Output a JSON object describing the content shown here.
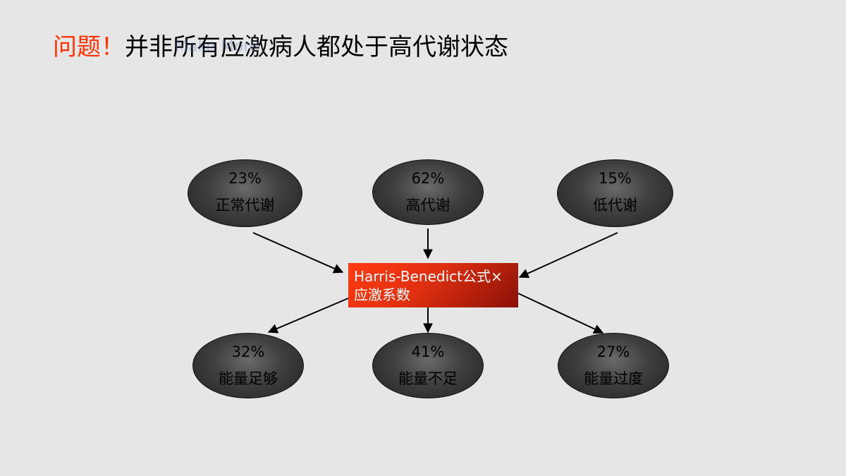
{
  "title": {
    "prefix": "问题！",
    "main": "并非所有应激病人都处于高代谢状态"
  },
  "watermark": "Make More",
  "center": {
    "line1": "Harris-Benedict公式×",
    "line2": "应激系数"
  },
  "inputs": [
    {
      "percent": "23%",
      "label": "正常代谢"
    },
    {
      "percent": "62%",
      "label": "高代谢"
    },
    {
      "percent": "15%",
      "label": "低代谢"
    }
  ],
  "outputs": [
    {
      "percent": "32%",
      "label": "能量足够"
    },
    {
      "percent": "41%",
      "label": "能量不足"
    },
    {
      "percent": "27%",
      "label": "能量过度"
    }
  ],
  "colors": {
    "background": "#e6e6e6",
    "title_accent": "#ff3300",
    "center_box": "#e03010",
    "node_fill": "#3f3f3f",
    "arrow": "#000000"
  }
}
